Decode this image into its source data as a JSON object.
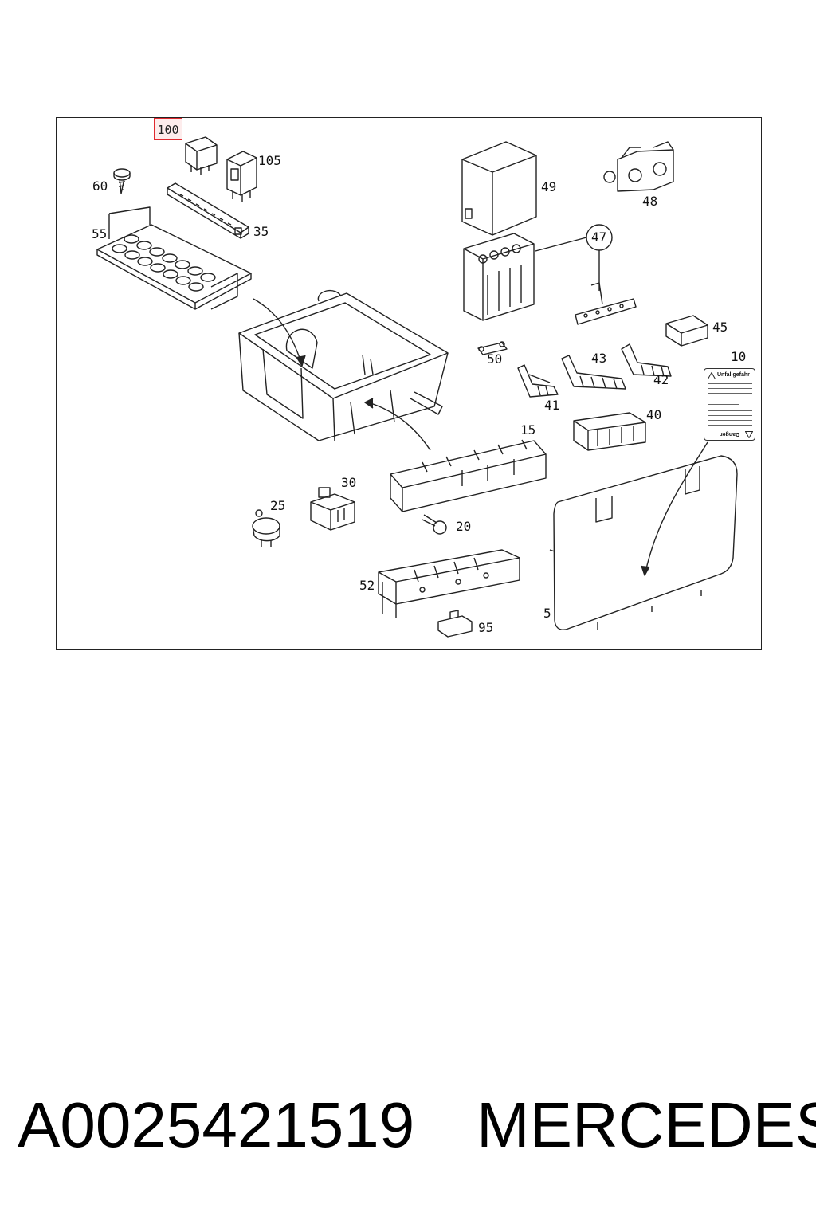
{
  "highlighted_callout": "100",
  "callouts": {
    "c105": "105",
    "c60": "60",
    "c35": "35",
    "c55": "55",
    "c49": "49",
    "c48": "48",
    "c47": "47",
    "c45": "45",
    "c10": "10",
    "c50": "50",
    "c43": "43",
    "c42": "42",
    "c41": "41",
    "c40": "40",
    "c15": "15",
    "c30": "30",
    "c25": "25",
    "c20": "20",
    "c52": "52",
    "c5": "5",
    "c95": "95"
  },
  "warning_label": {
    "title": "Unfallgefahr",
    "footer": "Danger"
  },
  "footer": {
    "part_number": "A0025421519",
    "brand": "MERCEDES"
  }
}
